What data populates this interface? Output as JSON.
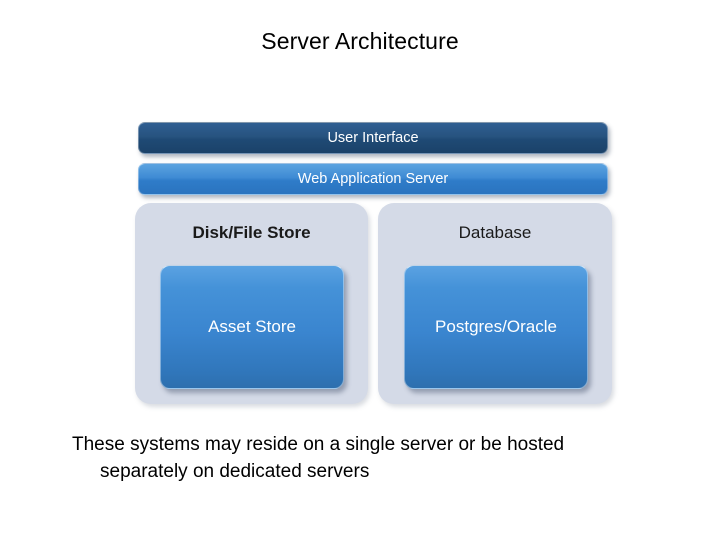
{
  "slide": {
    "title": "Server Architecture",
    "background_color": "#ffffff"
  },
  "layers": [
    {
      "id": "user-interface",
      "label": "User Interface",
      "color": "#25507c",
      "text_color": "#ffffff"
    },
    {
      "id": "web-application-server",
      "label": "Web Application Server",
      "color": "#3787d0",
      "text_color": "#ffffff"
    }
  ],
  "groups": [
    {
      "id": "disk-file-store",
      "label": "Disk/File Store",
      "bold": true,
      "color": "#d4dae7",
      "node": {
        "id": "asset-store",
        "label": "Asset Store",
        "color": "#3a85cf",
        "text_color": "#ffffff"
      }
    },
    {
      "id": "database",
      "label": "Database",
      "bold": false,
      "color": "#d4dae7",
      "node": {
        "id": "postgres-oracle",
        "label": "Postgres/Oracle",
        "color": "#3a85cf",
        "text_color": "#ffffff"
      }
    }
  ],
  "caption": {
    "line1": "These systems may reside on a single server or be hosted",
    "line2": "separately on dedicated servers"
  }
}
